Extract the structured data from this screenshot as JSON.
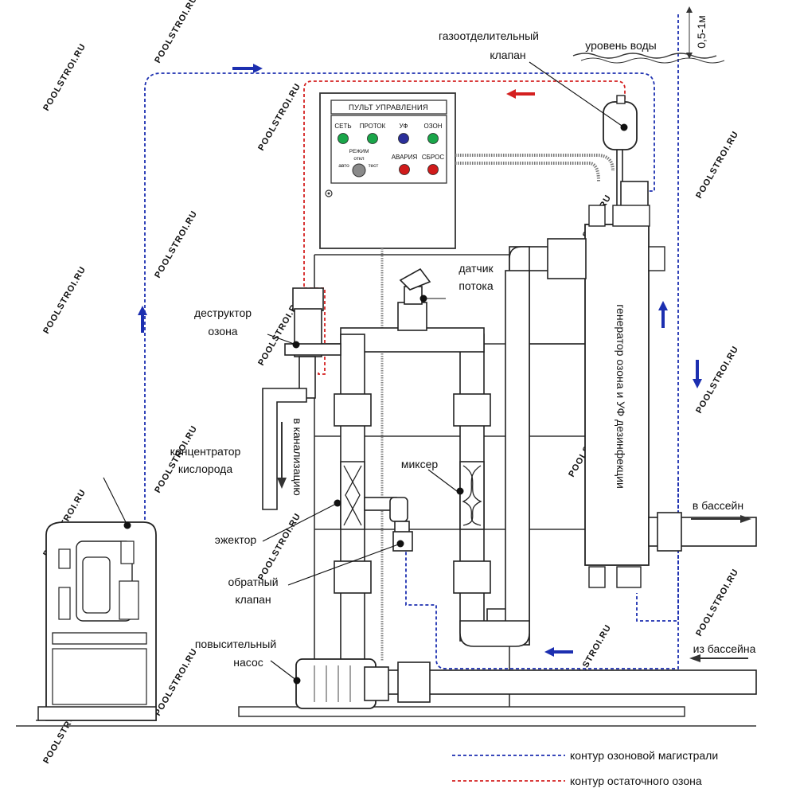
{
  "control_panel": {
    "title": "ПУЛЬТ УПРАВЛЕНИЯ",
    "indicators": [
      {
        "label": "СЕТЬ",
        "color": "#1aa64a"
      },
      {
        "label": "ПРОТОК",
        "color": "#1aa64a"
      },
      {
        "label": "УФ",
        "color": "#2a2f9a"
      },
      {
        "label": "ОЗОН",
        "color": "#1aa64a"
      }
    ],
    "mode_label": "РЕЖИМ",
    "mode_off": "откл",
    "mode_auto": "авто",
    "mode_test": "тест",
    "alarm_label": "АВАРИЯ",
    "reset_label": "СБРОС",
    "alarm_color": "#d01b1b"
  },
  "labels": {
    "gas_valve_line1": "газоотделительный",
    "gas_valve_line2": "клапан",
    "water_level": "уровень воды",
    "depth": "0,5-1м",
    "flow_sensor_line1": "датчик",
    "flow_sensor_line2": "потока",
    "destructor_line1": "деструктор",
    "destructor_line2": "озона",
    "to_sewer": "в канализацию",
    "oxygen_line1": "концентратор",
    "oxygen_line2": "кислорода",
    "mixer": "миксер",
    "ejector": "эжектор",
    "check_valve_line1": "обратный",
    "check_valve_line2": "клапан",
    "pump_line1": "повысительный",
    "pump_line2": "насос",
    "generator": "генератор озона и УФ дезинфекции",
    "to_pool": "в бассейн",
    "from_pool": "из бассейна"
  },
  "legend": [
    {
      "label": "контур озоновой магистрали",
      "color": "#1c2fb0"
    },
    {
      "label": "контур остаточного озона",
      "color": "#d42020"
    }
  ],
  "watermark": "POOLSTROI.RU"
}
